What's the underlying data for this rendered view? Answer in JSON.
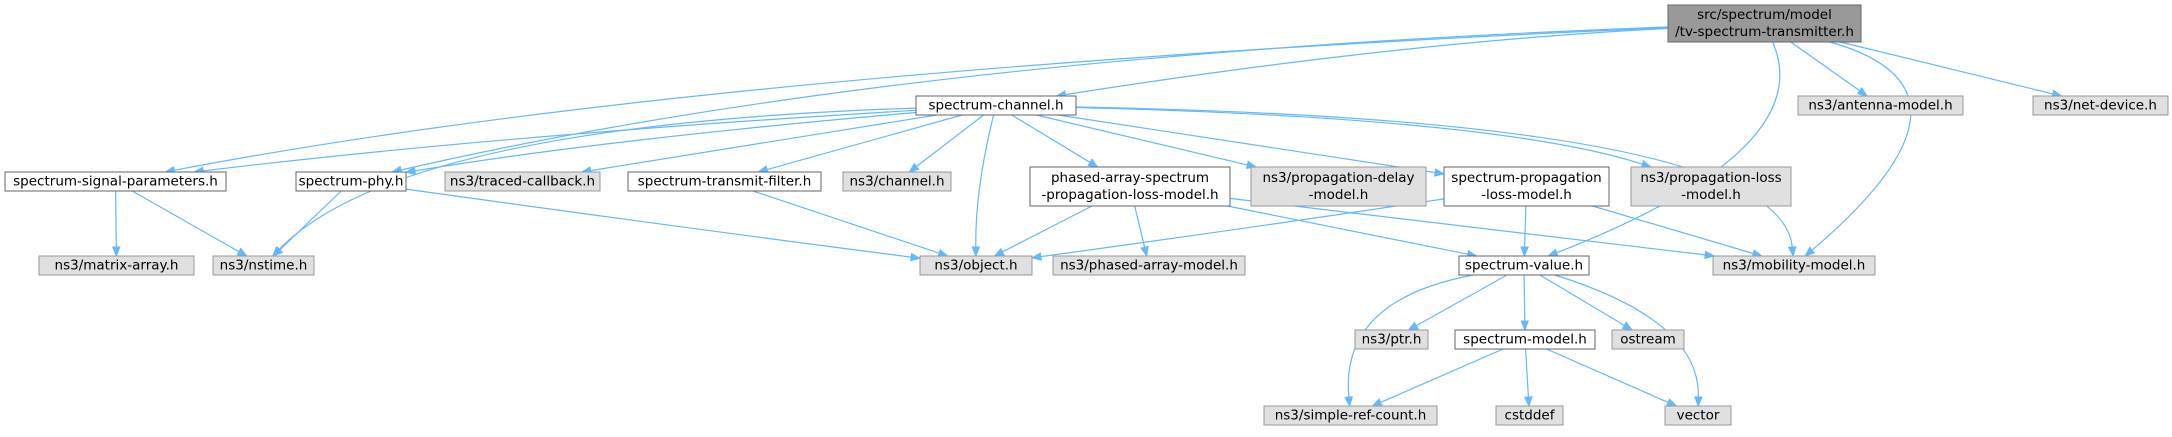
{
  "graph": {
    "colors": {
      "root_fill": "#999999",
      "root_stroke": "#666666",
      "file_fill": "#ffffff",
      "file_stroke": "#666666",
      "external_fill": "#e0e0e0",
      "external_stroke": "#999999",
      "edge": "#63b8ff"
    },
    "nodes": [
      {
        "id": "root",
        "kind": "root",
        "lines": [
          "src/spectrum/model",
          "/tv-spectrum-transmitter.h"
        ]
      },
      {
        "id": "spectrum_channel",
        "kind": "file",
        "lines": [
          "spectrum-channel.h"
        ]
      },
      {
        "id": "antenna_model",
        "kind": "external",
        "lines": [
          "ns3/antenna-model.h"
        ]
      },
      {
        "id": "net_device",
        "kind": "external",
        "lines": [
          "ns3/net-device.h"
        ]
      },
      {
        "id": "signal_params",
        "kind": "file",
        "lines": [
          "spectrum-signal-parameters.h"
        ]
      },
      {
        "id": "spectrum_phy",
        "kind": "file",
        "lines": [
          "spectrum-phy.h"
        ]
      },
      {
        "id": "traced_callback",
        "kind": "external",
        "lines": [
          "ns3/traced-callback.h"
        ]
      },
      {
        "id": "transmit_filter",
        "kind": "file",
        "lines": [
          "spectrum-transmit-filter.h"
        ]
      },
      {
        "id": "ns3_channel",
        "kind": "external",
        "lines": [
          "ns3/channel.h"
        ]
      },
      {
        "id": "phased_array_loss",
        "kind": "file",
        "lines": [
          "phased-array-spectrum",
          "-propagation-loss-model.h"
        ]
      },
      {
        "id": "propagation_delay",
        "kind": "external",
        "lines": [
          "ns3/propagation-delay",
          "-model.h"
        ]
      },
      {
        "id": "spectrum_prop_loss",
        "kind": "file",
        "lines": [
          "spectrum-propagation",
          "-loss-model.h"
        ]
      },
      {
        "id": "propagation_loss",
        "kind": "external",
        "lines": [
          "ns3/propagation-loss",
          "-model.h"
        ]
      },
      {
        "id": "matrix_array",
        "kind": "external",
        "lines": [
          "ns3/matrix-array.h"
        ]
      },
      {
        "id": "nstime",
        "kind": "external",
        "lines": [
          "ns3/nstime.h"
        ]
      },
      {
        "id": "object",
        "kind": "external",
        "lines": [
          "ns3/object.h"
        ]
      },
      {
        "id": "phased_array_model",
        "kind": "external",
        "lines": [
          "ns3/phased-array-model.h"
        ]
      },
      {
        "id": "spectrum_value",
        "kind": "file",
        "lines": [
          "spectrum-value.h"
        ]
      },
      {
        "id": "mobility_model",
        "kind": "external",
        "lines": [
          "ns3/mobility-model.h"
        ]
      },
      {
        "id": "ptr",
        "kind": "external",
        "lines": [
          "ns3/ptr.h"
        ]
      },
      {
        "id": "spectrum_model",
        "kind": "file",
        "lines": [
          "spectrum-model.h"
        ]
      },
      {
        "id": "ostream",
        "kind": "external",
        "lines": [
          "ostream"
        ]
      },
      {
        "id": "simple_ref_count",
        "kind": "external",
        "lines": [
          "ns3/simple-ref-count.h"
        ]
      },
      {
        "id": "cstddef",
        "kind": "external",
        "lines": [
          "cstddef"
        ]
      },
      {
        "id": "vector",
        "kind": "external",
        "lines": [
          "vector"
        ]
      }
    ],
    "edges": [
      [
        "root",
        "spectrum_channel"
      ],
      [
        "root",
        "antenna_model"
      ],
      [
        "root",
        "net_device"
      ],
      [
        "root",
        "signal_params"
      ],
      [
        "root",
        "spectrum_phy"
      ],
      [
        "root",
        "spectrum_value"
      ],
      [
        "root",
        "mobility_model"
      ],
      [
        "spectrum_channel",
        "signal_params"
      ],
      [
        "spectrum_channel",
        "spectrum_phy"
      ],
      [
        "spectrum_channel",
        "nstime"
      ],
      [
        "spectrum_channel",
        "traced_callback"
      ],
      [
        "spectrum_channel",
        "transmit_filter"
      ],
      [
        "spectrum_channel",
        "ns3_channel"
      ],
      [
        "spectrum_channel",
        "object"
      ],
      [
        "spectrum_channel",
        "phased_array_loss"
      ],
      [
        "spectrum_channel",
        "propagation_delay"
      ],
      [
        "spectrum_channel",
        "spectrum_prop_loss"
      ],
      [
        "spectrum_channel",
        "propagation_loss"
      ],
      [
        "spectrum_channel",
        "mobility_model"
      ],
      [
        "signal_params",
        "matrix_array"
      ],
      [
        "signal_params",
        "nstime"
      ],
      [
        "spectrum_phy",
        "nstime"
      ],
      [
        "spectrum_phy",
        "object"
      ],
      [
        "transmit_filter",
        "object"
      ],
      [
        "phased_array_loss",
        "object"
      ],
      [
        "phased_array_loss",
        "phased_array_model"
      ],
      [
        "phased_array_loss",
        "spectrum_value"
      ],
      [
        "phased_array_loss",
        "mobility_model"
      ],
      [
        "spectrum_prop_loss",
        "object"
      ],
      [
        "spectrum_prop_loss",
        "spectrum_value"
      ],
      [
        "spectrum_prop_loss",
        "mobility_model"
      ],
      [
        "spectrum_value",
        "ptr"
      ],
      [
        "spectrum_value",
        "spectrum_model"
      ],
      [
        "spectrum_value",
        "ostream"
      ],
      [
        "spectrum_value",
        "simple_ref_count"
      ],
      [
        "spectrum_value",
        "vector"
      ],
      [
        "spectrum_model",
        "simple_ref_count"
      ],
      [
        "spectrum_model",
        "cstddef"
      ],
      [
        "spectrum_model",
        "vector"
      ]
    ]
  }
}
